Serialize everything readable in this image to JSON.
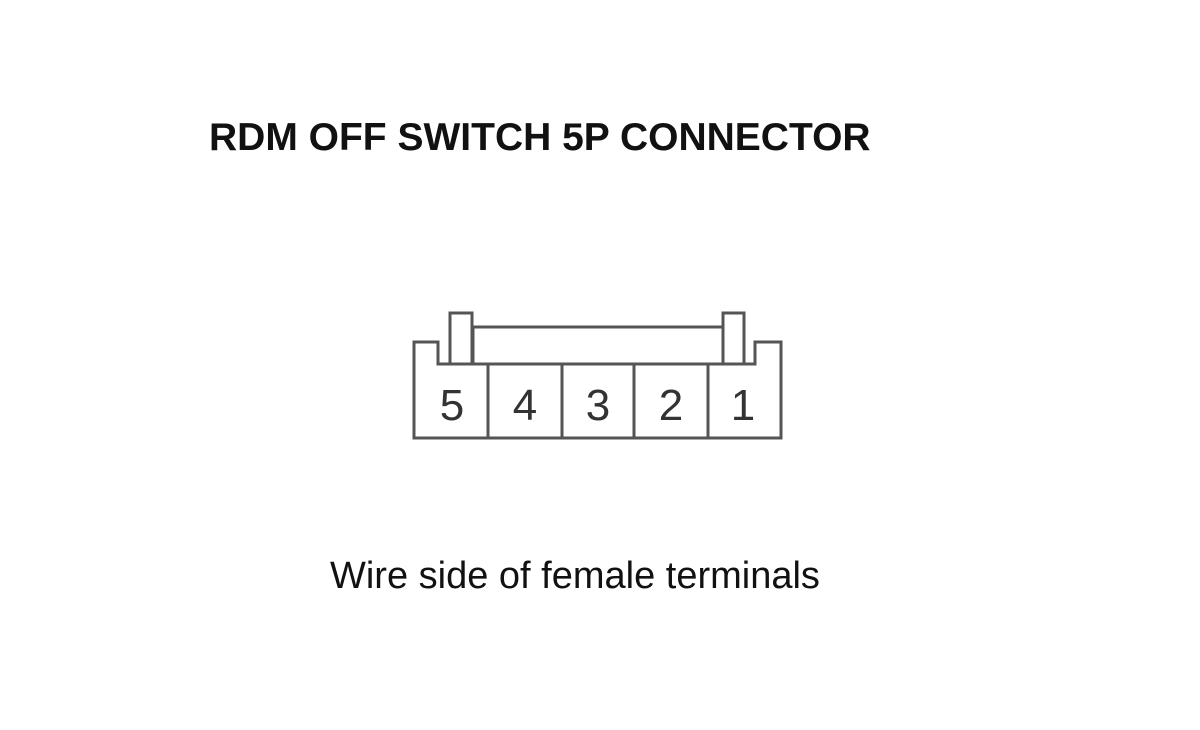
{
  "title": "RDM OFF SWITCH 5P CONNECTOR",
  "connector": {
    "terminals": [
      "5",
      "4",
      "3",
      "2",
      "1"
    ]
  },
  "caption": "Wire side of female terminals",
  "colors": {
    "outline": "#555555",
    "text": "#111111",
    "background": "#ffffff"
  }
}
